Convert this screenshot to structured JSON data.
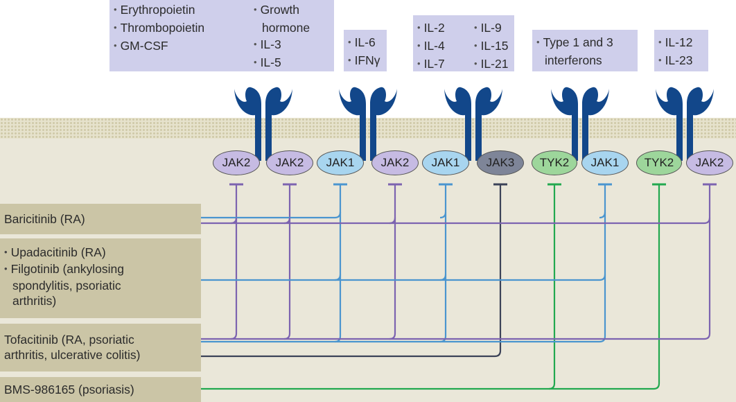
{
  "cytokine_groups": [
    {
      "columns": [
        [
          "• Erythropoietin",
          "• Thrombopoietin",
          "• GM-CSF"
        ],
        [
          "• Growth",
          "  hormone",
          "• IL-3",
          "• IL-5"
        ]
      ]
    },
    {
      "columns": [
        [
          "• IL-6",
          "• IFNγ"
        ]
      ]
    },
    {
      "columns": [
        [
          "• IL-2",
          "• IL-4",
          "• IL-7"
        ],
        [
          "• IL-9",
          "• IL-15",
          "• IL-21"
        ]
      ]
    },
    {
      "columns": [
        [
          "• Type 1 and 3",
          "  interferons"
        ]
      ]
    },
    {
      "columns": [
        [
          "• IL-12",
          "• IL-23"
        ]
      ]
    }
  ],
  "jaks": [
    {
      "label": "JAK2",
      "kind": "purple"
    },
    {
      "label": "JAK2",
      "kind": "purple"
    },
    {
      "label": "JAK1",
      "kind": "blue"
    },
    {
      "label": "JAK2",
      "kind": "purple"
    },
    {
      "label": "JAK1",
      "kind": "blue"
    },
    {
      "label": "JAK3",
      "kind": "gray"
    },
    {
      "label": "TYK2",
      "kind": "green"
    },
    {
      "label": "JAK1",
      "kind": "blue"
    },
    {
      "label": "TYK2",
      "kind": "green"
    },
    {
      "label": "JAK2",
      "kind": "purple"
    }
  ],
  "drugs": [
    {
      "lines": [
        "Baricitinib (RA)"
      ]
    },
    {
      "lines": [
        "• Upadacitinib (RA)",
        "• Filgotinib (ankylosing",
        "  spondylitis, psoriatic",
        "  arthritis)"
      ]
    },
    {
      "lines": [
        "Tofacitinib (RA, psoriatic",
        "arthritis, ulcerative colitis)"
      ]
    },
    {
      "lines": [
        "BMS-986165 (psoriasis)"
      ]
    }
  ],
  "colors": {
    "purple": "#7c63b0",
    "blue": "#4a95cf",
    "navy": "#3b4258",
    "green": "#22a84f",
    "receptor": "#12478a"
  }
}
